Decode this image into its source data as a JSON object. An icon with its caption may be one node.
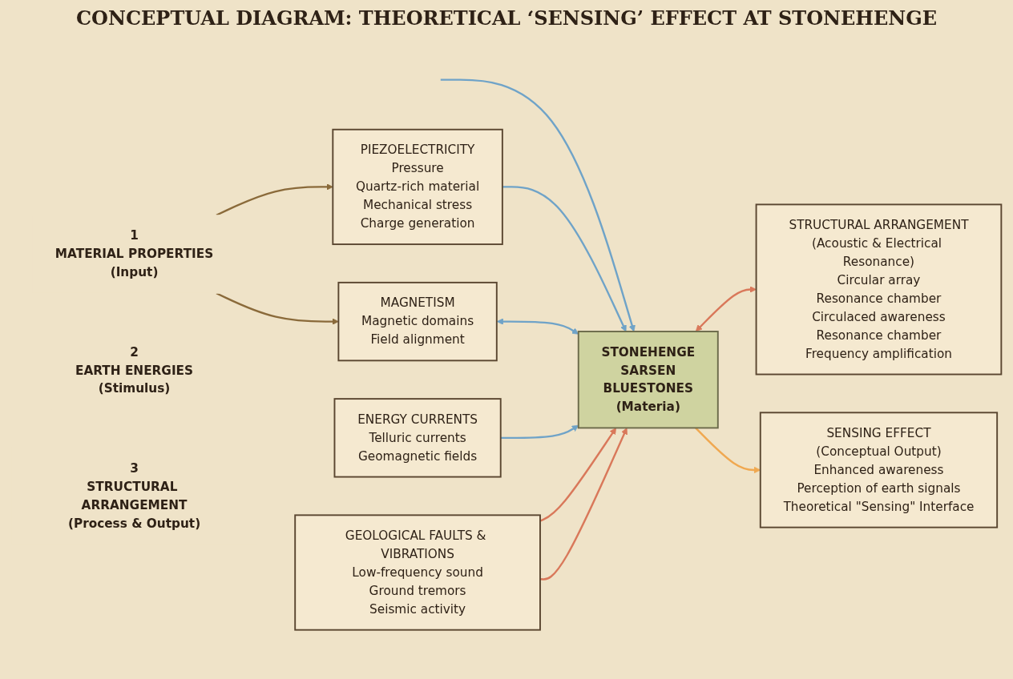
{
  "diagram": {
    "title": "CONCEPTUAL DIAGRAM: THEORETICAL ‘SENSING’ EFFECT AT STONEHENGE",
    "nodes": [
      {
        "text": [
          "1",
          "MATERIAL PROPERTIES",
          "(Input)"
        ]
      },
      {
        "text": [
          "PIEZOELECTRICITY",
          "Pressure",
          "Quartz-rich material",
          "Mechanical stress",
          "Charge generation"
        ]
      },
      {
        "text": [
          "MAGNETISM",
          "Magnetic domains",
          "Field alignment"
        ]
      },
      {
        "text": [
          "STONEHENGE",
          "SARSEN",
          "BLUESTONES",
          "(Materia)"
        ]
      },
      {
        "text": [
          "2",
          "EARTH ENERGIES",
          "(Stimulus)"
        ]
      },
      {
        "text": [
          "ENERGY CURRENTS",
          "Telluric currents",
          "Geomagnetic fields"
        ]
      },
      {
        "text": [
          "GEOLOGICAL FAULTS & VIBRATIONS",
          "Low-frequency sound",
          "Ground tremors",
          "Seismic activity"
        ]
      },
      {
        "text": [
          "3",
          "STRUCTURAL ARRANGEMENT",
          "(Process & Output)"
        ]
      },
      {
        "text": [
          "SENSING EFFECT",
          "(Conceptual Output)",
          "Enhanced awareness",
          "Perception of earth signals",
          "Theoretical \"Sensing\" Interface"
        ]
      },
      {
        "text": [
          "STRUCTURAL ARRANGEMENT",
          "(Acoustic & Electrical Resonance)",
          "Circular array",
          "Resonance chamber",
          "Circulaced awareness",
          "Resonance chamber",
          "Frequency amplification"
        ]
      }
    ],
    "edges": [
      {
        "from": 0,
        "to": 1,
        "arrow": "to",
        "color": "#8a6a3a"
      },
      {
        "from": 0,
        "to": 2,
        "arrow": "to",
        "color": "#8a6a3a"
      },
      {
        "from": null,
        "to": 3,
        "arrow": "to"
      },
      {
        "from": 1,
        "to": 3,
        "arrow": "to"
      },
      {
        "from": 2,
        "to": 3,
        "arrow": "both"
      },
      {
        "from": 5,
        "to": 3,
        "arrow": "to"
      },
      {
        "from": 6,
        "to": 3,
        "arrow": "to",
        "color": "#d9785a"
      },
      {
        "from": 6,
        "to": 3,
        "arrow": "to",
        "color": "#d9785a"
      },
      {
        "from": 3,
        "to": 9,
        "arrow": "both",
        "color": "#d9785a"
      },
      {
        "from": 3,
        "to": 8,
        "arrow": "to",
        "color": "#f0a850"
      }
    ]
  }
}
